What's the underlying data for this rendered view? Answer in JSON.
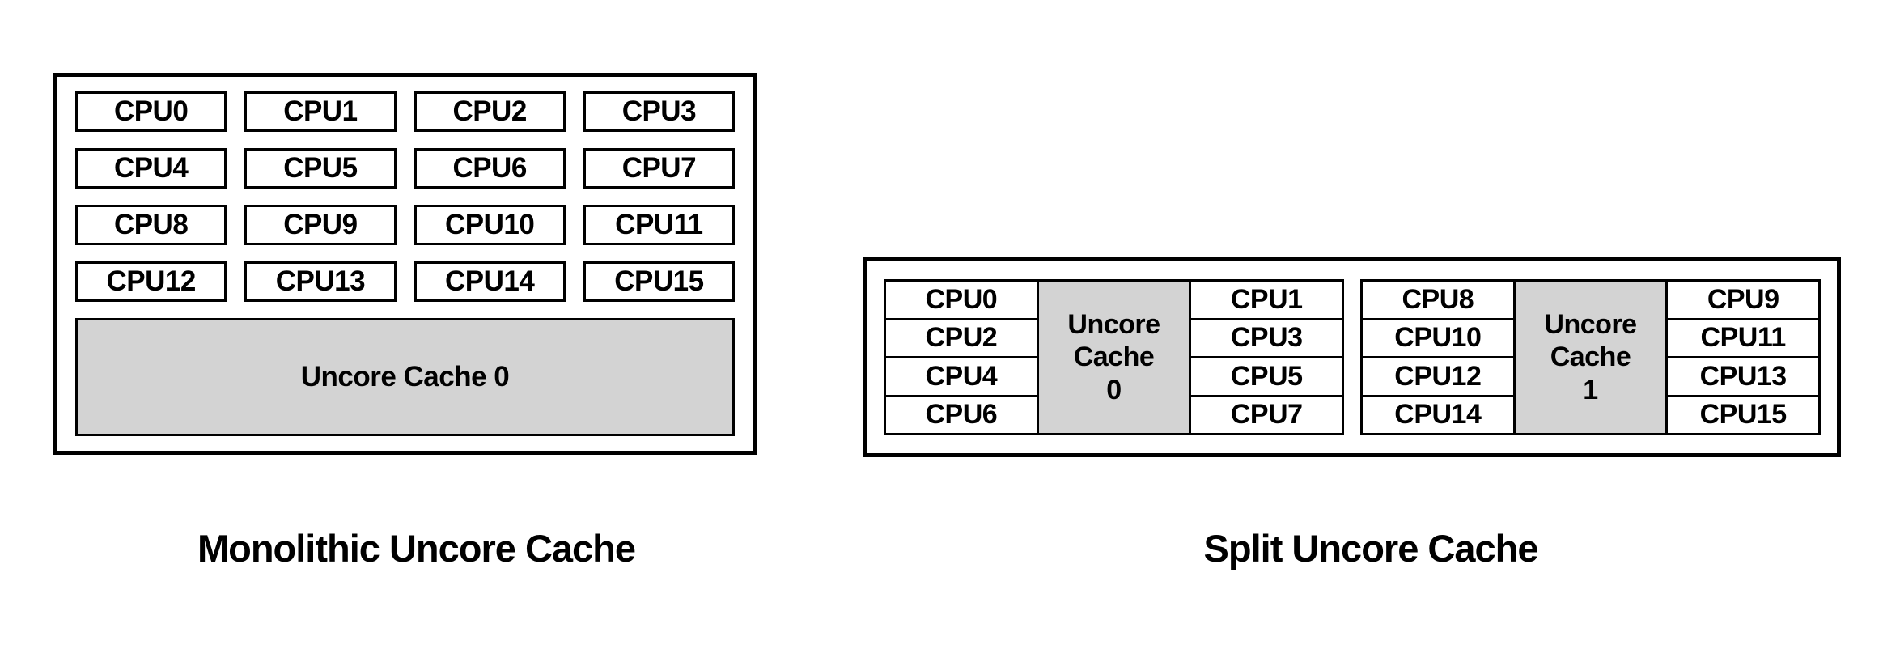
{
  "colors": {
    "background": "#ffffff",
    "border": "#000000",
    "cpu_fill": "#ffffff",
    "cache_fill": "#d3d3d3",
    "text": "#000000"
  },
  "monolithic": {
    "caption": "Monolithic Uncore Cache",
    "cpus": [
      "CPU0",
      "CPU1",
      "CPU2",
      "CPU3",
      "CPU4",
      "CPU5",
      "CPU6",
      "CPU7",
      "CPU8",
      "CPU9",
      "CPU10",
      "CPU11",
      "CPU12",
      "CPU13",
      "CPU14",
      "CPU15"
    ],
    "cache_label": "Uncore Cache 0"
  },
  "split": {
    "caption": "Split Uncore Cache",
    "clusters": [
      {
        "left_cpus": [
          "CPU0",
          "CPU2",
          "CPU4",
          "CPU6"
        ],
        "cache_lines": [
          "Uncore",
          "Cache",
          "0"
        ],
        "right_cpus": [
          "CPU1",
          "CPU3",
          "CPU5",
          "CPU7"
        ]
      },
      {
        "left_cpus": [
          "CPU8",
          "CPU10",
          "CPU12",
          "CPU14"
        ],
        "cache_lines": [
          "Uncore",
          "Cache",
          "1"
        ],
        "right_cpus": [
          "CPU9",
          "CPU11",
          "CPU13",
          "CPU15"
        ]
      }
    ]
  }
}
